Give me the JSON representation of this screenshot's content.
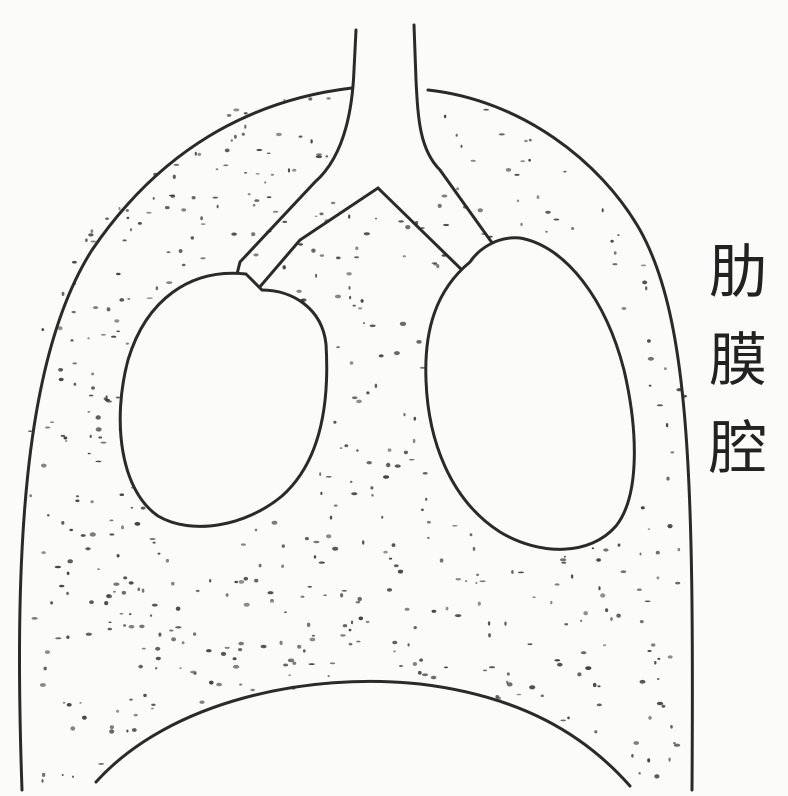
{
  "diagram": {
    "label": [
      "肋",
      "膜",
      "腔"
    ],
    "colors": {
      "ink": "#2a2a2a",
      "paper": "#fbfbf9",
      "stipple": "#3a3a3a"
    }
  }
}
